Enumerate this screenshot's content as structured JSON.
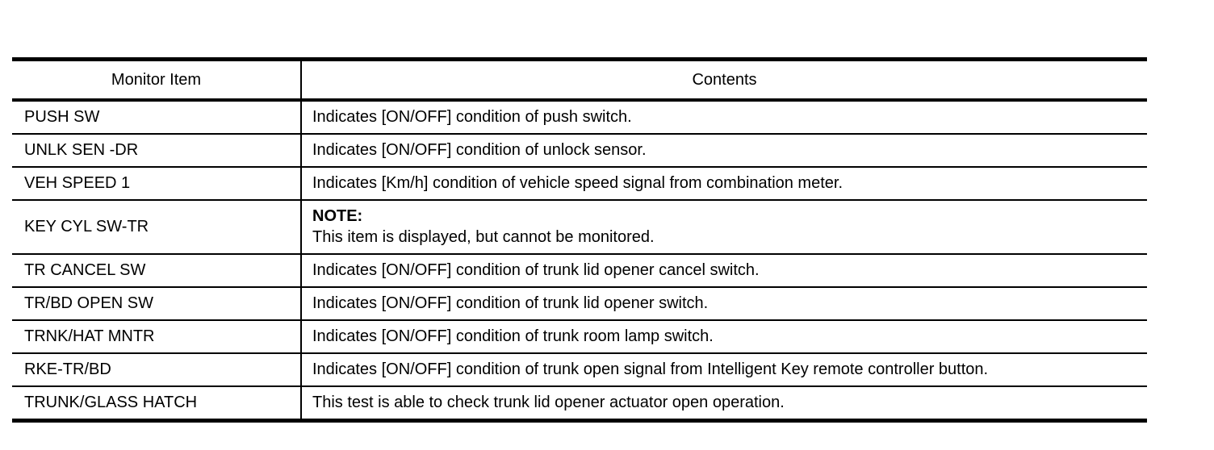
{
  "table": {
    "headers": {
      "item": "Monitor Item",
      "contents": "Contents"
    },
    "rows": [
      {
        "item": "PUSH SW",
        "contents": "Indicates [ON/OFF] condition of push switch.",
        "note_label": "",
        "note_body": ""
      },
      {
        "item": "UNLK SEN -DR",
        "contents": "Indicates [ON/OFF] condition of unlock sensor.",
        "note_label": "",
        "note_body": ""
      },
      {
        "item": "VEH SPEED 1",
        "contents": "Indicates [Km/h] condition of vehicle speed signal from combination meter.",
        "note_label": "",
        "note_body": ""
      },
      {
        "item": "KEY CYL SW-TR",
        "contents": "",
        "note_label": "NOTE:",
        "note_body": "This item is displayed, but cannot be monitored."
      },
      {
        "item": "TR CANCEL SW",
        "contents": "Indicates [ON/OFF] condition of trunk lid opener cancel switch.",
        "note_label": "",
        "note_body": ""
      },
      {
        "item": "TR/BD OPEN SW",
        "contents": "Indicates [ON/OFF] condition of trunk lid opener switch.",
        "note_label": "",
        "note_body": ""
      },
      {
        "item": "TRNK/HAT MNTR",
        "contents": "Indicates [ON/OFF] condition of trunk room lamp switch.",
        "note_label": "",
        "note_body": ""
      },
      {
        "item": "RKE-TR/BD",
        "contents": "Indicates [ON/OFF] condition of trunk open signal from Intelligent Key remote controller button.",
        "note_label": "",
        "note_body": ""
      },
      {
        "item": "TRUNK/GLASS HATCH",
        "contents": "This test is able to check trunk lid opener actuator open operation.",
        "note_label": "",
        "note_body": ""
      }
    ]
  },
  "colors": {
    "text": "#000000",
    "rule": "#000000",
    "background": "#ffffff"
  }
}
